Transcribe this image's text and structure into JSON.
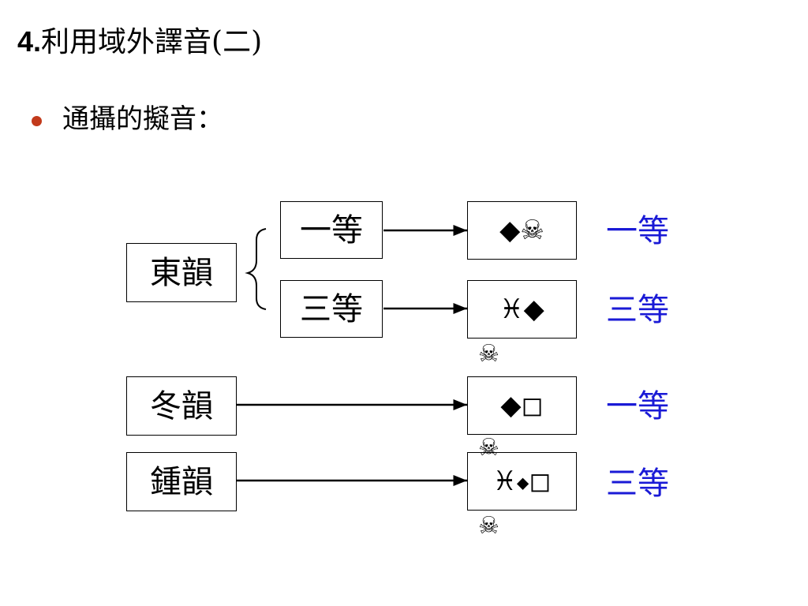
{
  "title": {
    "number": "4.",
    "text": "利用域外譯音(二)"
  },
  "bullet": {
    "text": "通攝的擬音："
  },
  "rimes": {
    "dong": "東韻",
    "dong_grade1": "一等",
    "dong_grade3": "三等",
    "dong2": "冬韻",
    "zhong": "鍾韻"
  },
  "symbols": {
    "row1": "◆☠",
    "row2": "♓◆",
    "row3": "◆◻",
    "row4_a": "♓",
    "row4_b": "◆",
    "row4_c": "◻",
    "stray_a": "☠",
    "stray_b": "☠",
    "stray_c": "☠"
  },
  "grade_labels": {
    "row1": "一等",
    "row2": "三等",
    "row3": "一等",
    "row4": "三等"
  },
  "colors": {
    "blue_label": "#1a1ad6",
    "bullet": "#c23a1b"
  }
}
